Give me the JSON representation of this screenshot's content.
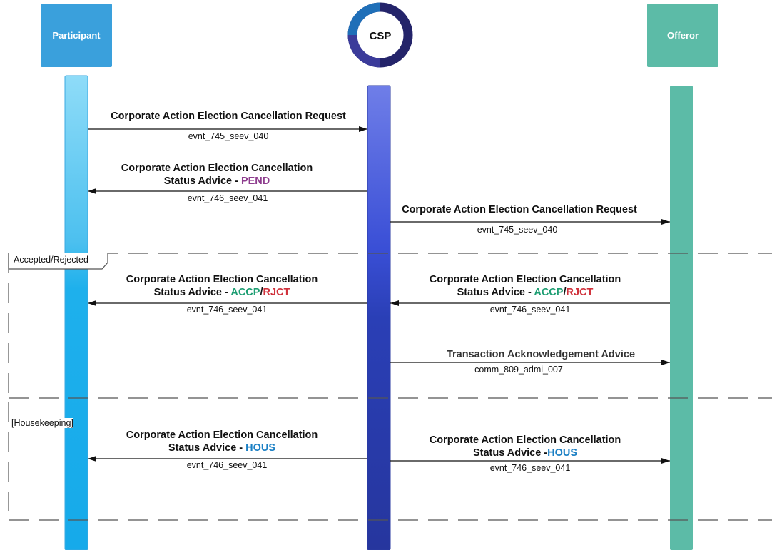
{
  "actors": {
    "participant": "Participant",
    "csp": "CSP",
    "offeror": "Offeror"
  },
  "frames": {
    "accepted_rejected": "Accepted/Rejected",
    "housekeeping": "[Housekeeping]"
  },
  "messages": [
    {
      "line1": "Corporate Action Election Cancellation Request",
      "code": "evnt_745_seev_040"
    },
    {
      "line1": "Corporate Action Election Cancellation",
      "line2_prefix": "Status Advice - ",
      "status_a": "PEND",
      "code": "evnt_746_seev_041"
    },
    {
      "line1": "Corporate Action Election Cancellation Request",
      "code": "evnt_745_seev_040"
    },
    {
      "line1": "Corporate Action Election Cancellation",
      "line2_prefix": "Status Advice - ",
      "status_a": "ACCP",
      "sep": "/",
      "status_b": "RJCT",
      "code": "evnt_746_seev_041"
    },
    {
      "line1": "Corporate Action Election Cancellation",
      "line2_prefix": "Status Advice - ",
      "status_a": "ACCP",
      "sep": "/",
      "status_b": "RJCT",
      "code": "evnt_746_seev_041"
    },
    {
      "line1": "Transaction Acknowledgement Advice",
      "code": "comm_809_admi_007"
    },
    {
      "line1": "Corporate Action Election Cancellation",
      "line2_prefix": "Status Advice - ",
      "status_a": "HOUS",
      "code": "evnt_746_seev_041"
    },
    {
      "line1": "Corporate Action Election Cancellation",
      "line2_prefix": "Status Advice -",
      "status_a": "HOUS",
      "code": "evnt_746_seev_041"
    }
  ],
  "colors": {
    "participant": "#3aa0dc",
    "offeror": "#5cbba7",
    "csp_ring_light": "#1f6fb8",
    "csp_ring_dark": "#24246a",
    "pend": "#8e3d8e",
    "accp": "#1e9e73",
    "rjct": "#d0313b",
    "hous": "#1a7fc4"
  }
}
